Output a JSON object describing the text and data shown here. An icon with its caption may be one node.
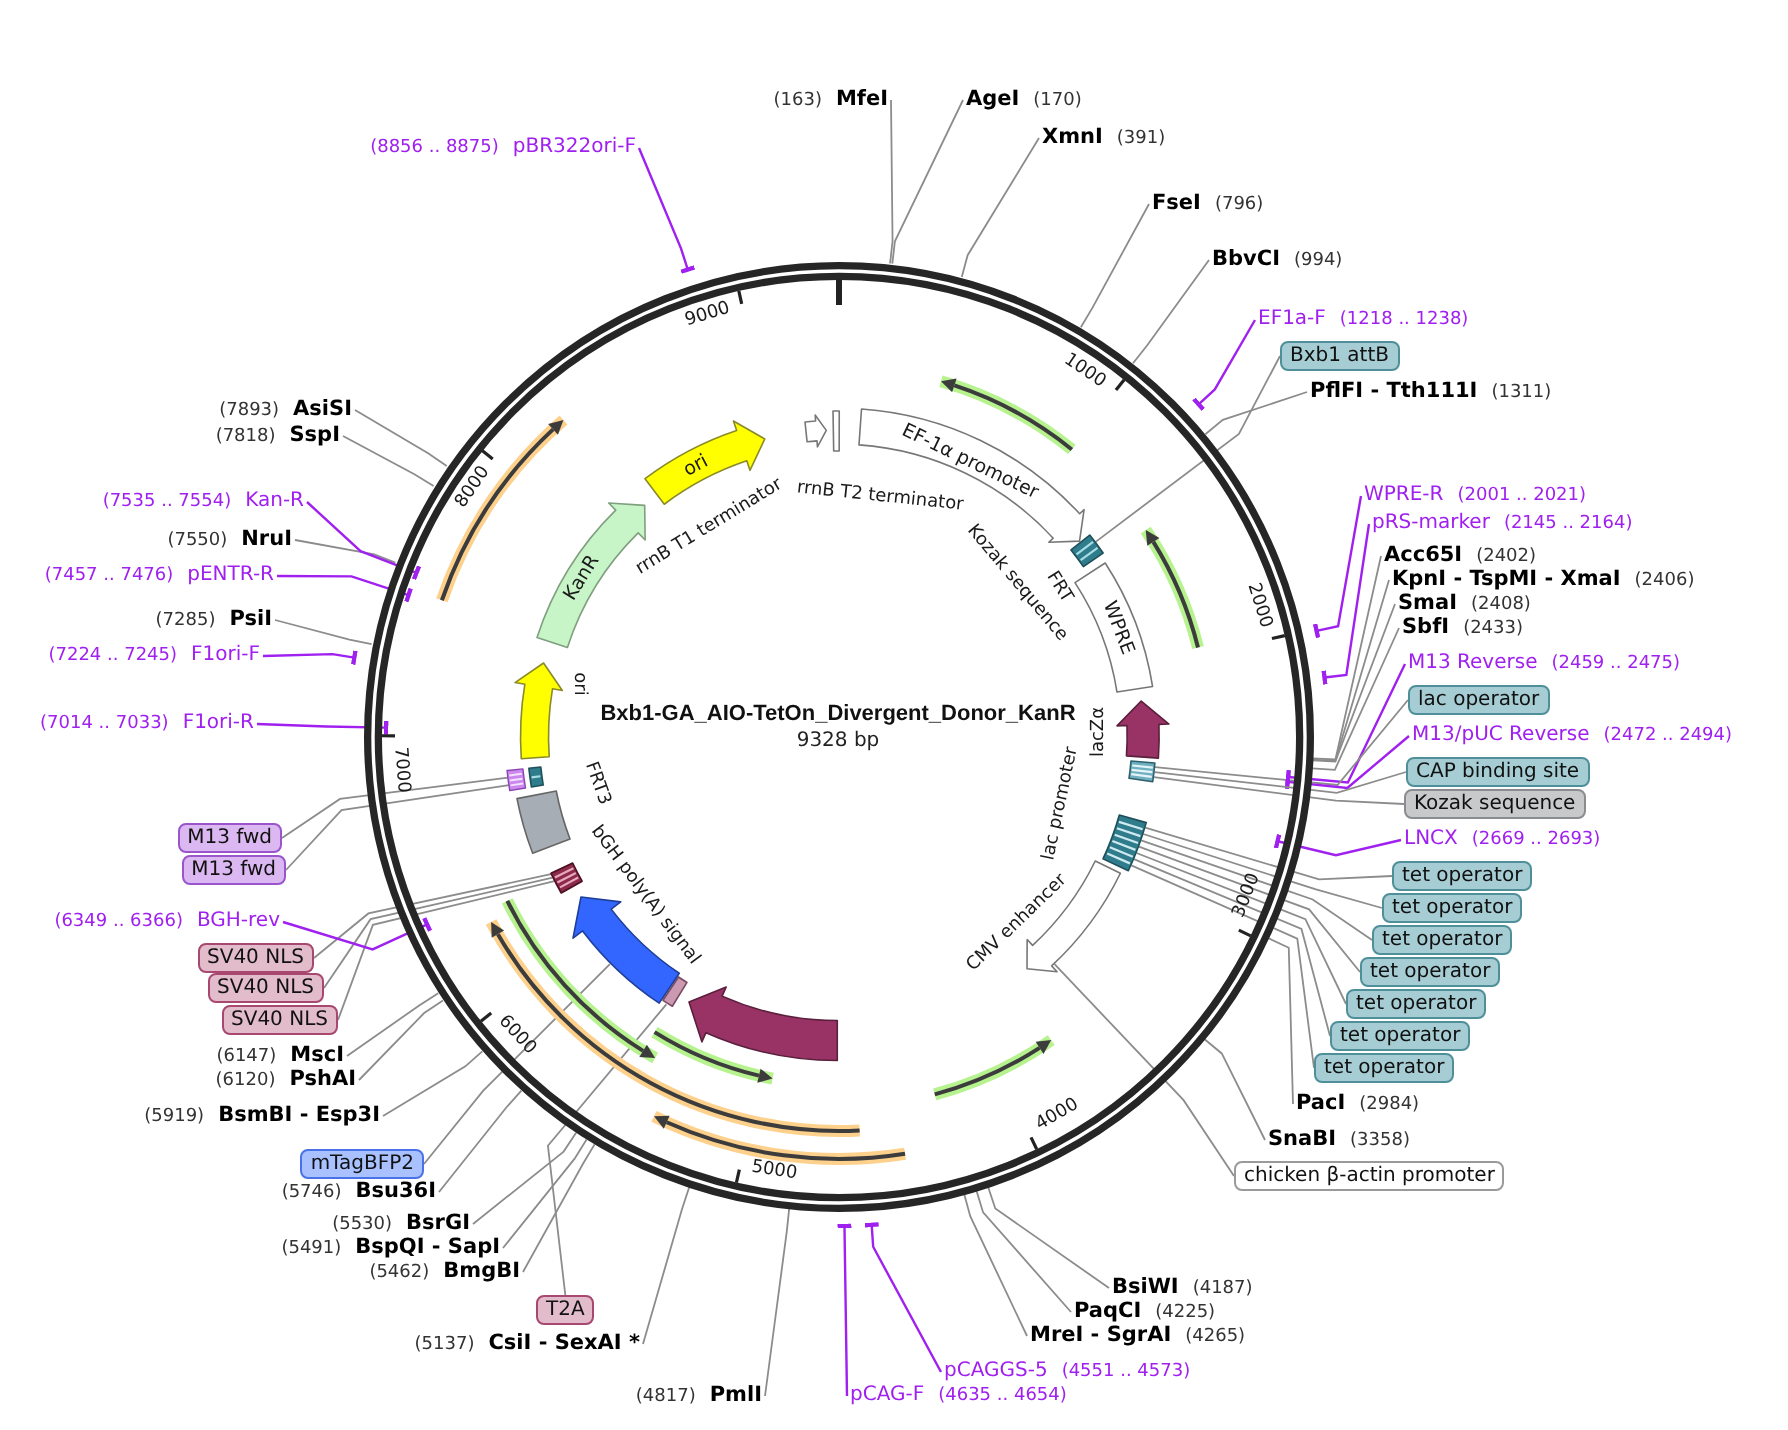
{
  "diagram": {
    "nodes": [
      {
        "text": [
          "Bxb1-GA_AIO-TetOn_Divergent_Donor_KanR",
          "9328 bp"
        ]
      },
      {
        "text": [
          "ori"
        ],
        "in": 0
      },
      {
        "text": [
          "KanR"
        ],
        "in": 0
      },
      {
        "text": [],
        "shape": "arrow",
        "in": 0,
        "beside": [
          "ori"
        ]
      },
      {
        "text": [],
        "shape": "arrow",
        "in": 0
      },
      {
        "text": [],
        "shape": "box",
        "in": 0
      },
      {
        "text": [
          "EF-1α promoter"
        ],
        "in": 0
      },
      {
        "text": [],
        "shape": "bar",
        "in": 0,
        "beside": [
          "Kozak sequence",
          "FRT"
        ]
      },
      {
        "text": [
          "WPRE"
        ],
        "in": 0
      },
      {
        "text": [],
        "shape": "arrow",
        "in": 0,
        "beside": [
          "lacZα"
        ]
      },
      {
        "text": [],
        "shape": "bar",
        "in": 0
      },
      {
        "text": [],
        "shape": "bar",
        "in": 0
      },
      {
        "text": [],
        "shape": "arrow",
        "in": 0,
        "beside": [
          "CMV enhancer"
        ]
      },
      {
        "text": [],
        "shape": "arrow",
        "in": 0
      },
      {
        "text": [],
        "shape": "box",
        "in": 0
      },
      {
        "text": [],
        "shape": "arrow",
        "in": 0
      },
      {
        "text": [],
        "shape": "bar",
        "in": 0
      },
      {
        "text": [],
        "shape": "box",
        "in": 0
      },
      {
        "text": [],
        "shape": "bar",
        "in": 0
      },
      {
        "text": [
          "(163)",
          "MfeI"
        ]
      },
      {
        "text": [
          "AgeI",
          "(170)"
        ]
      },
      {
        "text": [
          "XmnI",
          "(391)"
        ]
      },
      {
        "text": [
          "FseI",
          "(796)"
        ]
      },
      {
        "text": [
          "BbvCI",
          "(994)"
        ]
      },
      {
        "text": [
          "EF1a-F",
          "(1218 .. 1238)"
        ]
      },
      {
        "text": [
          "Bxb1 attB"
        ]
      },
      {
        "text": [
          "PflFI - Tth111I",
          "(1311)"
        ]
      },
      {
        "text": [
          "WPRE-R",
          "(2001 .. 2021)"
        ]
      },
      {
        "text": [
          "pRS-marker",
          "(2145 .. 2164)"
        ]
      },
      {
        "text": [
          "Acc65I",
          "(2402)"
        ]
      },
      {
        "text": [
          "KpnI - TspMI - XmaI",
          "(2406)"
        ]
      },
      {
        "text": [
          "SmaI",
          "(2408)"
        ]
      },
      {
        "text": [
          "SbfI",
          "(2433)"
        ]
      },
      {
        "text": [
          "M13 Reverse",
          "(2459 .. 2475)"
        ]
      },
      {
        "text": [
          "lac operator"
        ]
      },
      {
        "text": [
          "M13/pUC Reverse",
          "(2472 .. 2494)"
        ]
      },
      {
        "text": [
          "CAP binding site"
        ]
      },
      {
        "text": [
          "Kozak sequence"
        ]
      },
      {
        "text": [
          "LNCX",
          "(2669 .. 2693)"
        ]
      },
      {
        "text": [
          "tet operator"
        ]
      },
      {
        "text": [
          "tet operator"
        ]
      },
      {
        "text": [
          "tet operator"
        ]
      },
      {
        "text": [
          "tet operator"
        ]
      },
      {
        "text": [
          "tet operator"
        ]
      },
      {
        "text": [
          "tet operator"
        ]
      },
      {
        "text": [
          "tet operator"
        ]
      },
      {
        "text": [
          "PacI",
          "(2984)"
        ]
      },
      {
        "text": [
          "SnaBI",
          "(3358)"
        ]
      },
      {
        "text": [
          "chicken β-actin promoter"
        ]
      },
      {
        "text": [
          "BsiWI",
          "(4187)"
        ]
      },
      {
        "text": [
          "PaqCI",
          "(4225)"
        ]
      },
      {
        "text": [
          "MreI - SgrAI",
          "(4265)"
        ]
      },
      {
        "text": [
          "pCAGGS-5",
          "(4551 .. 4573)"
        ]
      },
      {
        "text": [
          "pCAG-F",
          "(4635 .. 4654)"
        ]
      },
      {
        "text": [
          "(4817)",
          "PmlI"
        ]
      },
      {
        "text": [
          "(5137)",
          "CsiI - SexAI *"
        ]
      },
      {
        "text": [
          "T2A"
        ]
      },
      {
        "text": [
          "(5462)",
          "BmgBI"
        ]
      },
      {
        "text": [
          "(5491)",
          "BspQI - SapI"
        ]
      },
      {
        "text": [
          "(5530)",
          "BsrGI"
        ]
      },
      {
        "text": [
          "(5746)",
          "Bsu36I"
        ]
      },
      {
        "text": [
          "mTagBFP2"
        ]
      },
      {
        "text": [
          "(5919)",
          "BsmBI - Esp3I"
        ]
      },
      {
        "text": [
          "(6120)",
          "PshAI"
        ]
      },
      {
        "text": [
          "(6147)",
          "MscI"
        ]
      },
      {
        "text": [
          "SV40 NLS"
        ]
      },
      {
        "text": [
          "SV40 NLS"
        ]
      },
      {
        "text": [
          "SV40 NLS"
        ]
      },
      {
        "text": [
          "(6349 .. 6366)",
          "BGH-rev"
        ]
      },
      {
        "text": [
          "M13 fwd"
        ]
      },
      {
        "text": [
          "M13 fwd"
        ]
      },
      {
        "text": [
          "(7014 .. 7033)",
          "F1ori-R"
        ]
      },
      {
        "text": [
          "(7224 .. 7245)",
          "F1ori-F"
        ]
      },
      {
        "text": [
          "(7285)",
          "PsiI"
        ]
      },
      {
        "text": [
          "(7457 .. 7476)",
          "pENTR-R"
        ]
      },
      {
        "text": [
          "(7550)",
          "NruI"
        ]
      },
      {
        "text": [
          "(7535 .. 7554)",
          "Kan-R"
        ]
      },
      {
        "text": [
          "(7818)",
          "SspI"
        ]
      },
      {
        "text": [
          "(7893)",
          "AsiSI"
        ]
      },
      {
        "text": [
          "(8856 .. 8875)",
          "pBR322ori-F"
        ]
      }
    ],
    "edges": [
      {
        "from": 19,
        "to": 0,
        "arrow": "none"
      },
      {
        "from": 20,
        "to": 0,
        "arrow": "none"
      },
      {
        "from": 21,
        "to": 0,
        "arrow": "none"
      },
      {
        "from": 22,
        "to": 0,
        "arrow": "none"
      },
      {
        "from": 23,
        "to": 0,
        "arrow": "none"
      },
      {
        "from": 24,
        "to": 0,
        "arrow": "other",
        "color": "#a020f0"
      },
      {
        "from": 25,
        "to": 7,
        "arrow": "none"
      },
      {
        "from": 26,
        "to": 0,
        "arrow": "none"
      },
      {
        "from": 27,
        "to": 0,
        "arrow": "other",
        "color": "#a020f0"
      },
      {
        "from": 28,
        "to": 0,
        "arrow": "other",
        "color": "#a020f0"
      },
      {
        "from": 29,
        "to": 0,
        "arrow": "none"
      },
      {
        "from": 30,
        "to": 0,
        "arrow": "none"
      },
      {
        "from": 31,
        "to": 0,
        "arrow": "none"
      },
      {
        "from": 32,
        "to": 0,
        "arrow": "none"
      },
      {
        "from": 33,
        "to": 0,
        "arrow": "other",
        "color": "#a020f0"
      },
      {
        "from": 34,
        "to": 10,
        "arrow": "none"
      },
      {
        "from": 35,
        "to": 0,
        "arrow": "other",
        "color": "#a020f0"
      },
      {
        "from": 36,
        "to": 10,
        "arrow": "none"
      },
      {
        "from": 37,
        "to": 10,
        "arrow": "none"
      },
      {
        "from": 38,
        "to": 0,
        "arrow": "other",
        "color": "#a020f0"
      },
      {
        "from": 39,
        "to": 11,
        "arrow": "none"
      },
      {
        "from": 40,
        "to": 11,
        "arrow": "none"
      },
      {
        "from": 41,
        "to": 11,
        "arrow": "none"
      },
      {
        "from": 42,
        "to": 11,
        "arrow": "none"
      },
      {
        "from": 43,
        "to": 11,
        "arrow": "none"
      },
      {
        "from": 44,
        "to": 11,
        "arrow": "none"
      },
      {
        "from": 45,
        "to": 11,
        "arrow": "none"
      },
      {
        "from": 46,
        "to": 0,
        "arrow": "none"
      },
      {
        "from": 47,
        "to": 0,
        "arrow": "none"
      },
      {
        "from": 48,
        "to": 12,
        "arrow": "none"
      },
      {
        "from": 49,
        "to": 0,
        "arrow": "none"
      },
      {
        "from": 50,
        "to": 0,
        "arrow": "none"
      },
      {
        "from": 51,
        "to": 0,
        "arrow": "none"
      },
      {
        "from": 52,
        "to": 0,
        "arrow": "other",
        "color": "#a020f0"
      },
      {
        "from": 53,
        "to": 0,
        "arrow": "other",
        "color": "#a020f0"
      },
      {
        "from": 54,
        "to": 0,
        "arrow": "none"
      },
      {
        "from": 55,
        "to": 0,
        "arrow": "none"
      },
      {
        "from": 56,
        "to": 14,
        "arrow": "none"
      },
      {
        "from": 57,
        "to": 0,
        "arrow": "none"
      },
      {
        "from": 58,
        "to": 0,
        "arrow": "none"
      },
      {
        "from": 59,
        "to": 0,
        "arrow": "none"
      },
      {
        "from": 60,
        "to": 0,
        "arrow": "none"
      },
      {
        "from": 61,
        "to": 15,
        "arrow": "none"
      },
      {
        "from": 62,
        "to": 0,
        "arrow": "none"
      },
      {
        "from": 63,
        "to": 0,
        "arrow": "none"
      },
      {
        "from": 64,
        "to": 0,
        "arrow": "none"
      },
      {
        "from": 65,
        "to": 16,
        "arrow": "none"
      },
      {
        "from": 66,
        "to": 16,
        "arrow": "none"
      },
      {
        "from": 67,
        "to": 16,
        "arrow": "none"
      },
      {
        "from": 68,
        "to": 0,
        "arrow": "other",
        "color": "#a020f0"
      },
      {
        "from": 69,
        "to": 18,
        "arrow": "none"
      },
      {
        "from": 70,
        "to": 18,
        "arrow": "none"
      },
      {
        "from": 71,
        "to": 0,
        "arrow": "other",
        "color": "#a020f0"
      },
      {
        "from": 72,
        "to": 0,
        "arrow": "other",
        "color": "#a020f0"
      },
      {
        "from": 73,
        "to": 0,
        "arrow": "none"
      },
      {
        "from": 74,
        "to": 0,
        "arrow": "other",
        "color": "#a020f0"
      },
      {
        "from": 75,
        "to": 0,
        "arrow": "none"
      },
      {
        "from": 76,
        "to": 0,
        "arrow": "other",
        "color": "#a020f0"
      },
      {
        "from": 77,
        "to": 0,
        "arrow": "none"
      },
      {
        "from": 78,
        "to": 0,
        "arrow": "none"
      },
      {
        "from": 79,
        "to": 0,
        "arrow": "other",
        "color": "#a020f0"
      }
    ],
    "labels": [
      "1000",
      "2000",
      "3000",
      "4000",
      "5000",
      "6000",
      "7000",
      "8000",
      "9000",
      "rrnB T1 terminator",
      "rrnB T2 terminator",
      "lac promoter",
      "bGH poly(A) signal",
      "FRT3"
    ]
  }
}
